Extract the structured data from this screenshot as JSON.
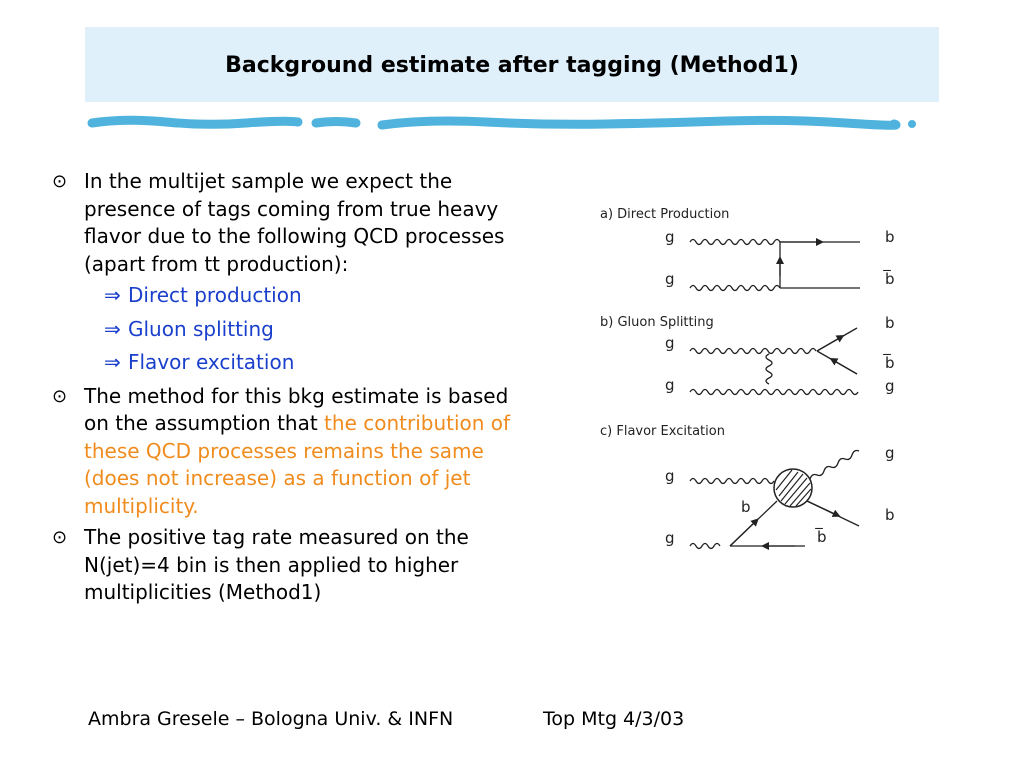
{
  "title": "Background estimate after tagging (Method1)",
  "bullet_icon": "circled-dot",
  "bullets": [
    {
      "text": "In the multijet sample we expect the presence of tags coming from true heavy flavor due to the following QCD processes (apart from tt production):",
      "subitems": [
        "Direct production",
        "Gluon splitting",
        "Flavor excitation"
      ]
    },
    {
      "text": "The method for this bkg estimate is based on the assumption that",
      "highlight": "the contribution of these QCD processes remains the same (does not increase) as a function of jet multiplicity."
    },
    {
      "text": "The positive tag rate measured on the N(jet)=4 bin is then applied to higher multiplicities (Method1)"
    }
  ],
  "diagrams": {
    "a": {
      "caption": "a) Direct Production",
      "in1": "g",
      "in2": "g",
      "out1": "b",
      "out2": "b̅"
    },
    "b": {
      "caption": "b) Gluon Splitting",
      "in1": "g",
      "in2": "g",
      "out1": "b",
      "out2": "b̅",
      "out3": "g"
    },
    "c": {
      "caption": "c) Flavor Excitation",
      "in1": "g",
      "in2": "g",
      "out1": "g",
      "out2": "b",
      "mid": "b",
      "low": "b̅"
    }
  },
  "footer": {
    "left": "Ambra Gresele – Bologna Univ. & INFN",
    "right": "Top Mtg 4/3/03"
  },
  "colors": {
    "title_bg": "#dff0fb",
    "blue_text": "#1a3fcc",
    "orange_text": "#f08c1e",
    "rule": "#4fb3dd"
  }
}
